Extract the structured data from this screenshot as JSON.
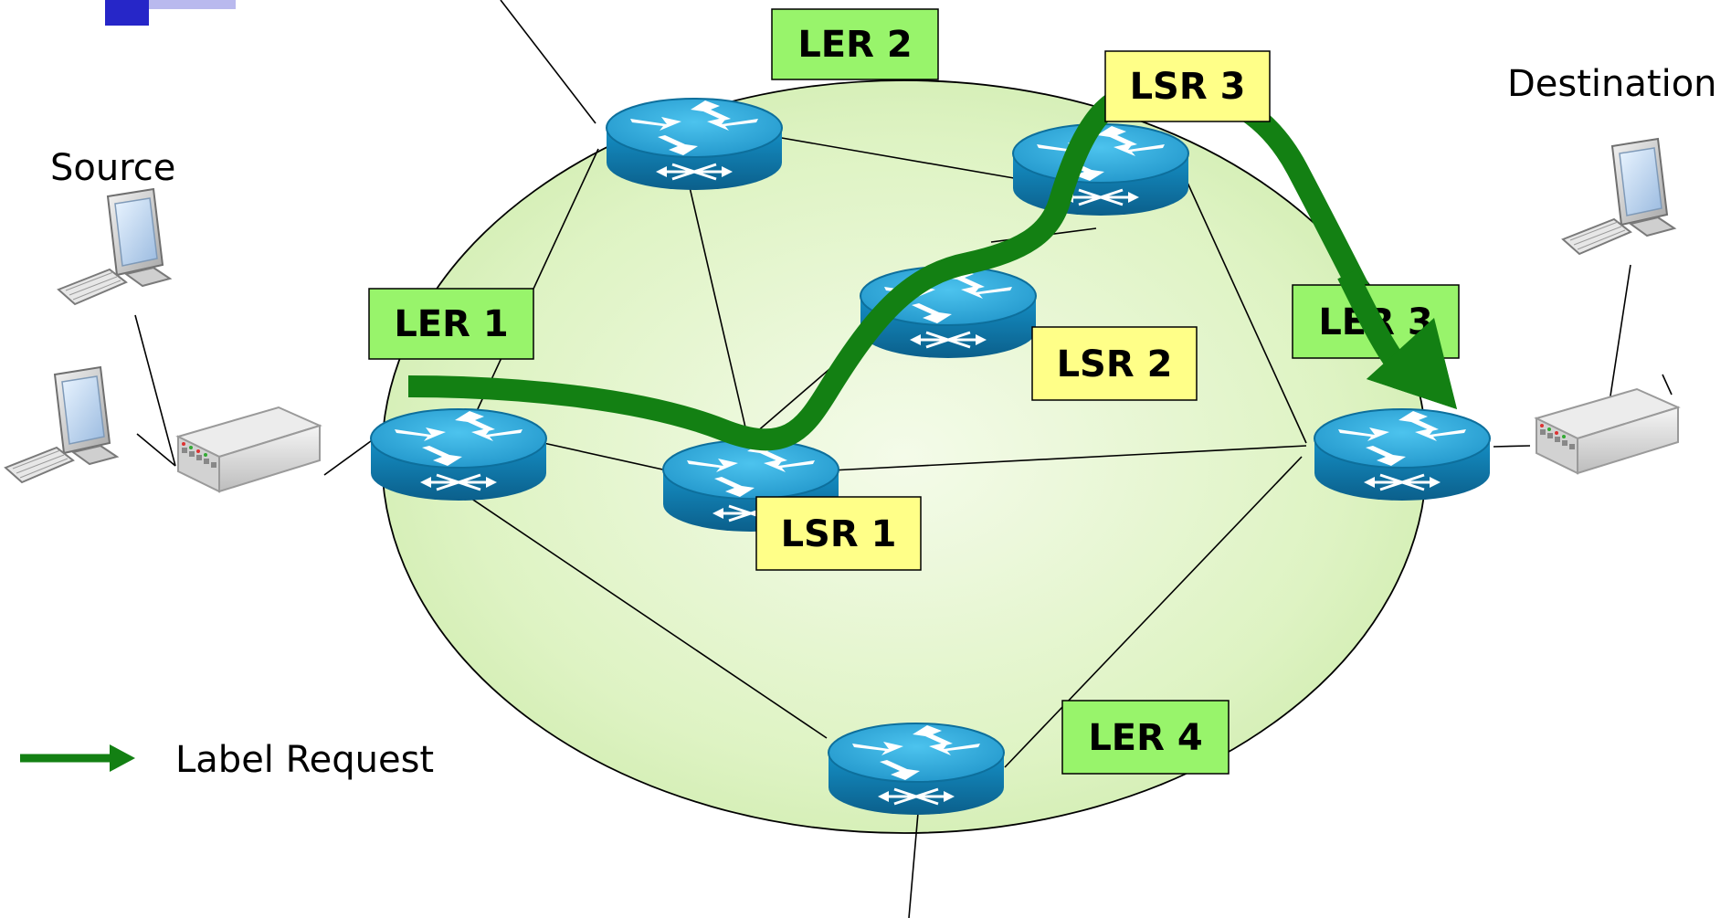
{
  "hosts": {
    "source_label": "Source",
    "destination_label": "Destination"
  },
  "nodes": {
    "ler1": "LER 1",
    "ler2": "LER 2",
    "ler3": "LER 3",
    "ler4": "LER 4",
    "lsr1": "LSR 1",
    "lsr2": "LSR 2",
    "lsr3": "LSR 3"
  },
  "legend": {
    "label_request": "Label Request"
  },
  "colors": {
    "ler_box": "#98f46b",
    "lsr_box": "#ffff88",
    "path": "#138013",
    "cloud": "#dff4c4",
    "router_top": "#2aa9d8",
    "router_side": "#0c6e9a"
  },
  "icons": {
    "router": "router-icon",
    "switch": "switch-icon",
    "computer": "computer-icon",
    "arrow": "arrow-icon"
  }
}
